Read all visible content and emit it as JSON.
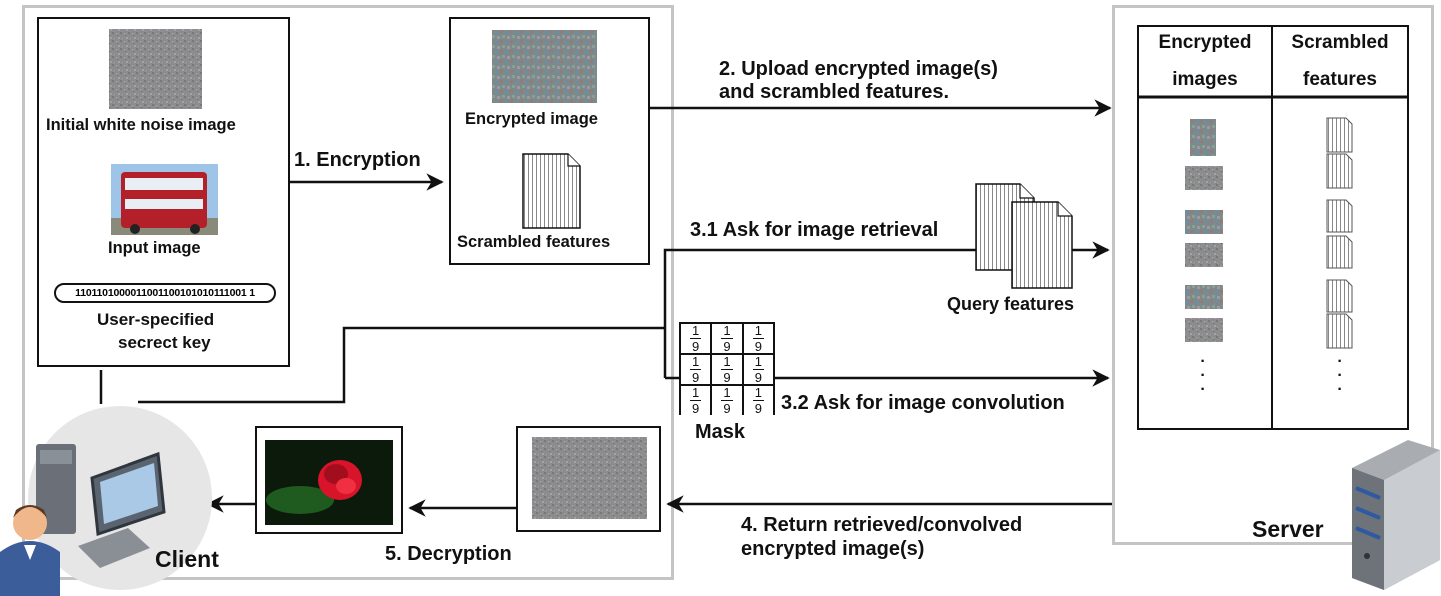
{
  "client": {
    "initial_noise_label": "Initial white noise image",
    "input_image_label": "Input image",
    "secret_key_value": "1101101000011001100101010111001 1",
    "secret_key_label_line1": "User-specified",
    "secret_key_label_line2": "secrect key",
    "encrypted_image_label": "Encrypted image",
    "scrambled_features_label": "Scrambled features",
    "client_label": "Client",
    "decryption_label": "5. Decryption"
  },
  "steps": {
    "encryption": "1. Encryption",
    "upload_line1": "2. Upload encrypted image(s)",
    "upload_line2": "and scrambled features.",
    "retrieval": "3.1 Ask for image retrieval",
    "query_features": "Query features",
    "convolution": "3.2 Ask for image convolution",
    "mask_label": "Mask",
    "return_line1": "4. Return retrieved/convolved",
    "return_line2": "encrypted image(s)"
  },
  "mask": {
    "cells": [
      "1/9",
      "1/9",
      "1/9",
      "1/9",
      "1/9",
      "1/9",
      "1/9",
      "1/9",
      "1/9"
    ],
    "numerator": "1",
    "denominator": "9"
  },
  "server": {
    "label": "Server",
    "col1_line1": "Encrypted",
    "col1_line2": "images",
    "col2_line1": "Scrambled",
    "col2_line2": "features"
  },
  "colors": {
    "client_border": "#c4c4c4",
    "line": "#111111",
    "bus_red": "#b3202a",
    "rose_red": "#d8142a",
    "noise_base": "#8a8a8a"
  }
}
